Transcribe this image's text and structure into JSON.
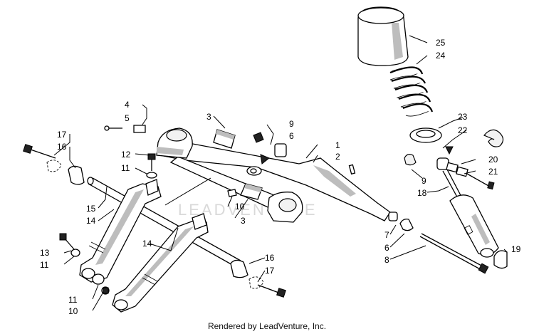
{
  "watermark": "LEADVENTURE",
  "footer": "Rendered by LeadVenture, Inc.",
  "callouts": {
    "c1": "1",
    "c2": "2",
    "c3a": "3",
    "c3b": "3",
    "c4": "4",
    "c5": "5",
    "c6a": "6",
    "c6b": "6",
    "c7": "7",
    "c8": "8",
    "c9a": "9",
    "c9b": "9",
    "c10a": "10",
    "c10b": "10",
    "c11a": "11",
    "c11b": "11",
    "c11c": "11",
    "c12": "12",
    "c13": "13",
    "c14a": "14",
    "c14b": "14",
    "c15": "15",
    "c16a": "16",
    "c16b": "16",
    "c17a": "17",
    "c17b": "17",
    "c18": "18",
    "c19": "19",
    "c20": "20",
    "c21": "21",
    "c22": "22",
    "c23": "23",
    "c24": "24",
    "c25": "25"
  }
}
